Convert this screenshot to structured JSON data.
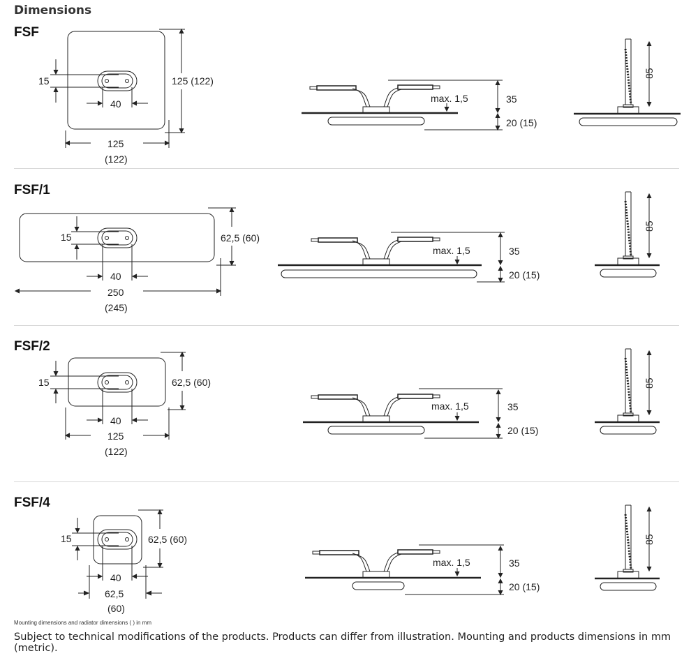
{
  "heading": "Dimensions",
  "models": [
    {
      "name": "FSF",
      "hole_offset": "15",
      "hole_spacing": "40",
      "width": "125",
      "width_radiator": "(122)",
      "height_label": "125 (122)",
      "cable_max": "max. 1,5",
      "above_panel": "35",
      "below_panel": "20 (15)",
      "stem_height": "85"
    },
    {
      "name": "FSF/1",
      "hole_offset": "15",
      "hole_spacing": "40",
      "width": "250",
      "width_radiator": "(245)",
      "height_label": "62,5 (60)",
      "cable_max": "max. 1,5",
      "above_panel": "35",
      "below_panel": "20 (15)",
      "stem_height": "85"
    },
    {
      "name": "FSF/2",
      "hole_offset": "15",
      "hole_spacing": "40",
      "width": "125",
      "width_radiator": "(122)",
      "height_label": "62,5 (60)",
      "cable_max": "max. 1,5",
      "above_panel": "35",
      "below_panel": "20 (15)",
      "stem_height": "85"
    },
    {
      "name": "FSF/4",
      "hole_offset": "15",
      "hole_spacing": "40",
      "width": "62,5",
      "width_radiator": "(60)",
      "height_label": "62,5 (60)",
      "cable_max": "max. 1,5",
      "above_panel": "35",
      "below_panel": "20 (15)",
      "stem_height": "85"
    }
  ],
  "note_small": "Mounting dimensions and radiator dimensions ( ) in mm",
  "footer": "Subject to technical modifications of the products. Products can differ from illustration. Mounting and products dimensions in mm (metric)."
}
